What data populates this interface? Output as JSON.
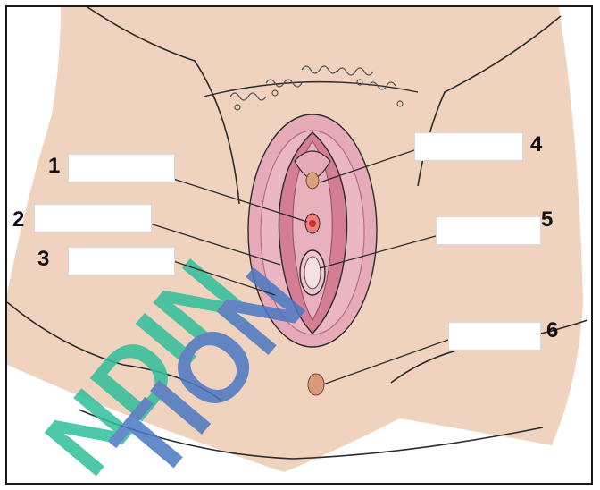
{
  "labels": [
    {
      "number": "1",
      "answer": ""
    },
    {
      "number": "2",
      "answer": ""
    },
    {
      "number": "3",
      "answer": ""
    },
    {
      "number": "4",
      "answer": ""
    },
    {
      "number": "5",
      "answer": ""
    },
    {
      "number": "6",
      "answer": ""
    }
  ],
  "watermark": {
    "colors": [
      "#2fbf9a",
      "#4a78c2"
    ]
  },
  "colors": {
    "skin": "#f0d3bf",
    "outline": "#2b2b2b",
    "pink_outer": "#e7aab8",
    "pink_inner": "#d47d93",
    "red_spot": "#c62d2d"
  }
}
